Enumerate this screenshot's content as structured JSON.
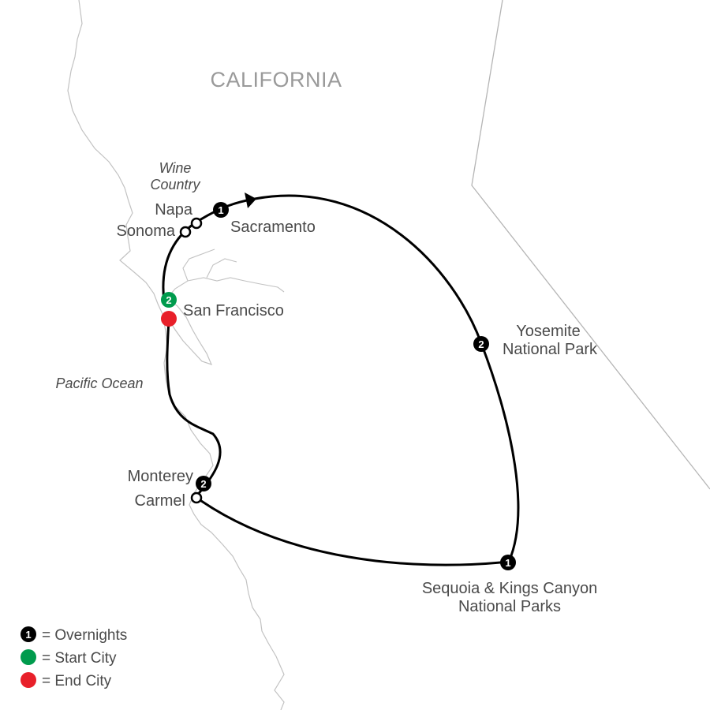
{
  "map": {
    "region_label": "CALIFORNIA",
    "area_labels": {
      "wine_country_line1": "Wine",
      "wine_country_line2": "Country",
      "pacific_ocean": "Pacific Ocean"
    },
    "stops": {
      "napa": "Napa",
      "sonoma": "Sonoma",
      "sacramento": "Sacramento",
      "sacramento_nights": "1",
      "san_francisco": "San Francisco",
      "san_francisco_nights": "2",
      "yosemite_line1": "Yosemite",
      "yosemite_line2": "National Park",
      "yosemite_nights": "2",
      "monterey": "Monterey",
      "monterey_nights": "2",
      "carmel": "Carmel",
      "sequoia_line1": "Sequoia & Kings Canyon",
      "sequoia_line2": "National Parks",
      "sequoia_nights": "1"
    },
    "colors": {
      "route": "#000000",
      "overnight_marker": "#000000",
      "start_city": "#009b4d",
      "end_city": "#e8202a",
      "border": "#b5b5b5",
      "region_label": "#9a9a9a"
    }
  },
  "legend": {
    "overnights_number": "1",
    "overnights": "= Overnights",
    "start_city": "= Start City",
    "end_city": "= End City"
  }
}
